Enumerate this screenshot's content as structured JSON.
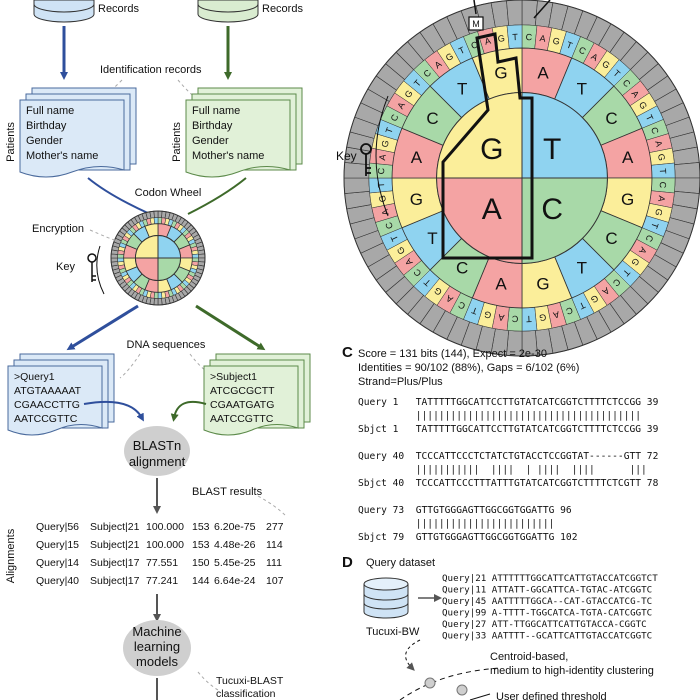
{
  "panel_a": {
    "records_left": "Records",
    "records_right": "Records",
    "identification_records": "Identification records",
    "patients_label": "Patients",
    "fields": [
      "Full name",
      "Birthday",
      "Gender",
      "Mother's name"
    ],
    "codon_wheel": "Codon Wheel",
    "encryption": "Encryption",
    "key": "Key",
    "dna_sequences": "DNA sequences",
    "query_seq": [
      ">Query1",
      "ATGTAAAAAT",
      "CGAACCTTG",
      "AATCCGTTC"
    ],
    "subject_seq": [
      ">Subject1",
      "ATCGCGCTT",
      "CGAATGATG",
      "AATCCGTTC"
    ],
    "blastn": [
      "BLASTn",
      "alignment"
    ],
    "blast_results": "BLAST results",
    "alignments_label": "Alignments",
    "results": [
      [
        "Query|56",
        "Subject|21",
        "100.000",
        "153",
        "6.20e-75",
        "277"
      ],
      [
        "Query|15",
        "Subject|21",
        "100.000",
        "153",
        "4.48e-26",
        "114"
      ],
      [
        "Query|14",
        "Subject|17",
        "77.551",
        "150",
        "5.45e-25",
        "111"
      ],
      [
        "Query|40",
        "Subject|17",
        "77.241",
        "144",
        "6.64e-24",
        "107"
      ]
    ],
    "ml": [
      "Machine",
      "learning",
      "models"
    ],
    "tucuxi_classification": [
      "Tucuxi-BLAST",
      "classification"
    ]
  },
  "panel_b": {
    "key": "Key",
    "marker": "M",
    "inner_quadrants": [
      "G",
      "T",
      "C",
      "A"
    ],
    "mid_letters": [
      "A",
      "T",
      "C",
      "A",
      "G",
      "C",
      "T",
      "G",
      "A",
      "C",
      "T",
      "G",
      "A",
      "C",
      "T",
      "G"
    ],
    "outer_letters": [
      "C",
      "A",
      "G",
      "T",
      "C",
      "A",
      "G",
      "T",
      "C",
      "A",
      "G",
      "T",
      "C",
      "A",
      "G",
      "T",
      "C",
      "A",
      "G",
      "T",
      "C",
      "A",
      "G",
      "T",
      "C",
      "A",
      "G",
      "T",
      "C",
      "A",
      "G",
      "T",
      "C",
      "A",
      "G",
      "T",
      "C",
      "A",
      "G",
      "T",
      "C",
      "A",
      "G",
      "T",
      "C",
      "A",
      "G",
      "T",
      "C",
      "A",
      "G",
      "T",
      "C",
      "A",
      "G",
      "T",
      "C",
      "A",
      "G",
      "T",
      "C",
      "A",
      "G",
      "T"
    ]
  },
  "panel_c": {
    "letter": "C",
    "stats": [
      "Score = 131 bits (144),   Expect = 2e-30",
      "Identities = 90/102 (88%), Gaps = 6/102 (6%)",
      "Strand=Plus/Plus"
    ],
    "alignment_lines": [
      "Query 1   TATTTTTGGCATTCCTTGTATCATCGGTCTTTTCTCCGG 39",
      "          |||||||||||||||||||||||||||||||||||||||",
      "Sbjct 1   TATTTTTGGCATTCCTTGTATCATCGGTCTTTTCTCCGG 39",
      "",
      "Query 40  TCCCATTCCCTCTATCTGTACCTCCGGTAT------GTT 72",
      "          |||||||||||  ||||  | ||||  ||||      |||",
      "Sbjct 40  TCCCATTCCCTTTATTTGTATCATCGGTCTTTTCTCGTT 78",
      "",
      "Query 73  GTTGTGGGAGTTGGCGGTGGATTG 96",
      "          ||||||||||||||||||||||||",
      "Sbjct 79  GTTGTGGGAGTTGGCGGTGGATTG 102"
    ]
  },
  "panel_d": {
    "letter": "D",
    "query_dataset": "Query dataset",
    "tucuxi_bw": "Tucuxi-BW",
    "queries": [
      "Query|21 ATTTTTTGGCATTCATTGTACCATCGGTCT",
      "Query|11 ATTATT-GGCATTCA-TGTAC-ATCGGTC",
      "Query|45 AATTTTTGGCA--CAT-GTACCATCG-TC",
      "Query|99 A-TTTT-TGGCATCA-TGTA-CATCGGTC",
      "Query|27 ATT-TTGGCATTCATTGTACCA-CGGTC",
      "Query|33 AATTTT--GCATTCATTGTACCATCGGTC"
    ],
    "centroid_text": [
      "Centroid-based,",
      "medium to high-identity clustering"
    ],
    "threshold_text": "User defined threshold"
  },
  "colors": {
    "red": "#f4a3a3",
    "yellow": "#fbee9a",
    "blue": "#8fd3f0",
    "green": "#a8d9a8",
    "gray": "#a8a8a8",
    "arrow_blue": "#2f4f9c",
    "arrow_green": "#3e6a2a",
    "doc_blue": "#dbe9f7",
    "doc_green": "#e1f1d8",
    "orange": "#e8851f"
  }
}
